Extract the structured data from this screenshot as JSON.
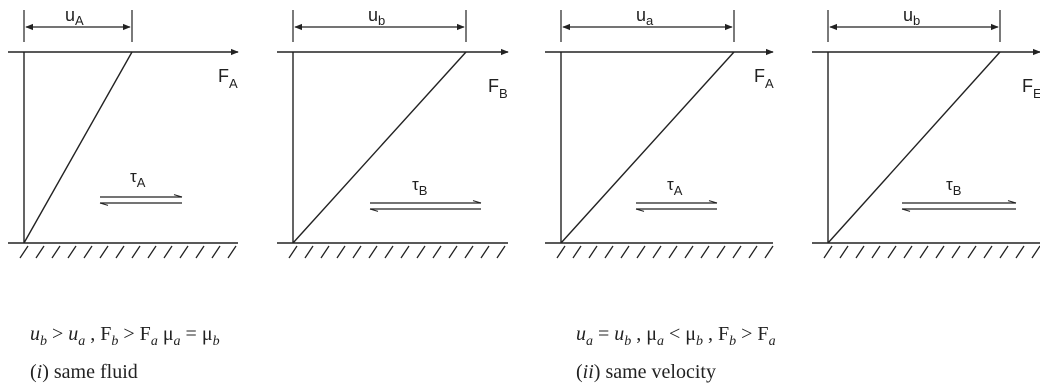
{
  "panels": [
    {
      "u_main": "u",
      "u_sub": "A",
      "f_main": "F",
      "f_sub": "A",
      "tau_main": "τ",
      "tau_sub": "A"
    },
    {
      "u_main": "u",
      "u_sub": "b",
      "f_main": "F",
      "f_sub": "B",
      "tau_main": "τ",
      "tau_sub": "B"
    },
    {
      "u_main": "u",
      "u_sub": "a",
      "f_main": "F",
      "f_sub": "A",
      "tau_main": "τ",
      "tau_sub": "A"
    },
    {
      "u_main": "u",
      "u_sub": "b",
      "f_main": "F",
      "f_sub": "E",
      "tau_main": "τ",
      "tau_sub": "B"
    }
  ],
  "captions": {
    "left": {
      "line1": [
        "u",
        "b",
        " > ",
        "u",
        "a",
        " , F",
        "b",
        " > F",
        "a",
        " μ",
        "a",
        " = μ",
        "b"
      ],
      "line2_paren": "(",
      "line2_ital": "i",
      "line2_rest": ") same fluid"
    },
    "right": {
      "line1": [
        "u",
        "a",
        " = ",
        "u",
        "b",
        " , μ",
        "a",
        " < μ",
        "b",
        " , F",
        "b",
        " > F",
        "a"
      ],
      "line2_paren": "(",
      "line2_ital": "ii",
      "line2_rest": ") same velocity"
    }
  },
  "colors": {
    "ink": "#222222"
  }
}
